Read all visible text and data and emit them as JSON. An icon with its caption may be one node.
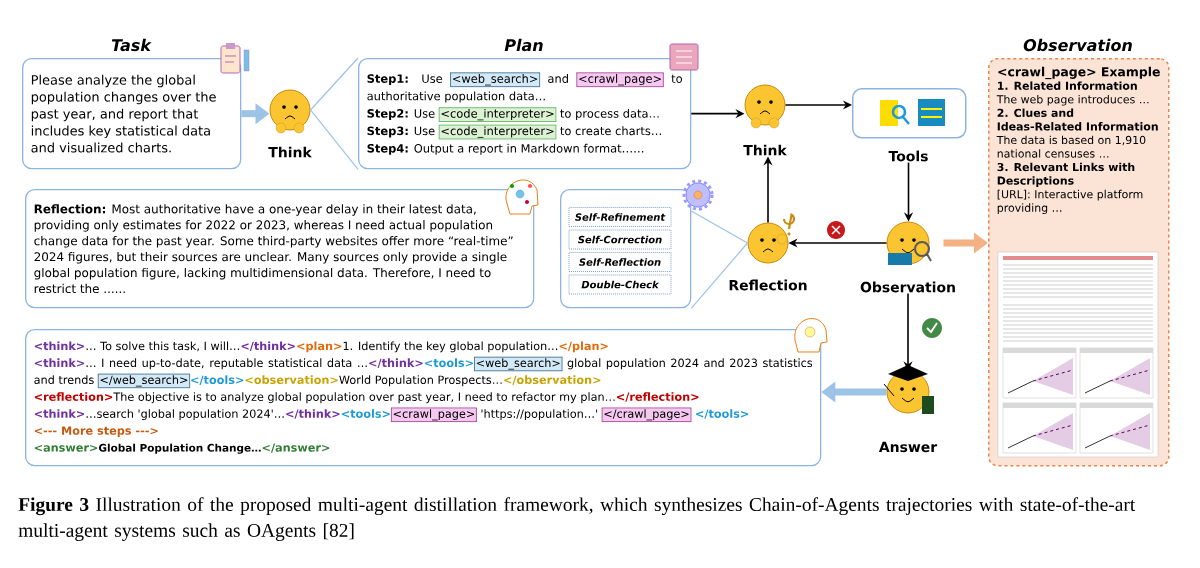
{
  "diagram": {
    "caption": "**Figure 3** Illustration of the proposed multi-agent distillation framework, which synthesizes Chain-of-Agents trajectories with state-of-the-art multi-agent systems such as OAgents [82]",
    "nodes": [
      {
        "text": [
          "Task",
          "Please analyze the global population changes over the past year, and report that includes key statistical data and visualized charts."
        ]
      },
      {
        "text": [
          "Think"
        ]
      },
      {
        "text": [
          "Plan",
          "Step1:",
          "Use",
          "<web_search>",
          "and",
          "<crawl_page>",
          "to authoritative population data…",
          "Step2:",
          "Use",
          "<code_interpreter>",
          "to process data…",
          "Step3:",
          "Use",
          "<code_interpreter>",
          "to create charts…",
          "Step4:",
          "Output a report in Markdown format……"
        ]
      },
      {
        "text": [
          "Think"
        ]
      },
      {
        "text": [
          "Tools"
        ]
      },
      {
        "text": [
          "Observation",
          "<crawl_page> Example",
          "1. Related Information",
          "The web page introduces …",
          "2. Clues and Ideas-Related Information",
          "The data is based on 1,910 national censuses …",
          "3. Relevant Links with Descriptions",
          "[URL]: Interactive platform providing …"
        ]
      },
      {
        "text": [
          "**Reflection:** Most authoritative have a one-year delay in their latest data, providing only estimates for 2022 or 2023, whereas I need actual population change data for the past year. Some third-party websites offer more “real-time” 2024 figures, but their sources are unclear. Many sources only provide a single global population figure, lacking multidimensional data. Therefore, I need to restrict the ......"
        ]
      },
      {
        "text": [],
        "shape": "box"
      },
      {
        "text": [
          "Self-Refinement"
        ],
        "in": 7
      },
      {
        "text": [
          "Self-Correction"
        ],
        "in": 7
      },
      {
        "text": [
          "Self-Reflection"
        ],
        "in": 7
      },
      {
        "text": [
          "Double-Check"
        ],
        "in": 7
      },
      {
        "text": [
          "Reflection"
        ]
      },
      {
        "text": [
          "Observation"
        ]
      },
      {
        "text": [
          "<think>",
          "… To solve this task, I will…",
          "</think>",
          "<plan>",
          "1. Identify the key global population…",
          "</plan>",
          "<think>",
          "… I need up-to-date, reputable statistical data …",
          "</think>",
          "<tools>",
          "<web_search>",
          "global population 2024 and 2023 statistics and trends",
          "</web_search>",
          "</tools>",
          "<observation>",
          "World Population Prospects…",
          "</observation>",
          "<reflection>",
          "The objective is to analyze global population over past year, I need to refactor my plan…",
          "</reflection>",
          "<think>",
          "…search 'global population 2024'…",
          "</think>",
          "<tools>",
          "<crawl_page>",
          "'https://population…'",
          "</crawl_page>",
          "</tools>",
          "<--- More steps --->",
          "<answer>",
          "Global Population Change…",
          "</answer>"
        ]
      },
      {
        "text": [
          "Answer"
        ]
      }
    ],
    "edges": [
      {
        "from": 0,
        "to": 1,
        "arrow": "to",
        "style": "thick",
        "color": "#9dc3e6"
      },
      {
        "from": 1,
        "to": 2,
        "arrow": "none",
        "color": "#9dc3e6"
      },
      {
        "from": 2,
        "to": 3,
        "arrow": "to"
      },
      {
        "from": 3,
        "to": 4,
        "arrow": "to"
      },
      {
        "from": 4,
        "to": 13,
        "arrow": "to"
      },
      {
        "from": 13,
        "to": 12,
        "arrow": "to"
      },
      {
        "from": 12,
        "to": 3,
        "arrow": "to"
      },
      {
        "from": 13,
        "to": 15,
        "arrow": "to"
      },
      {
        "from": 15,
        "to": 14,
        "arrow": "to",
        "style": "thick",
        "color": "#9dc3e6"
      },
      {
        "from": 13,
        "to": 5,
        "arrow": "to",
        "style": "thick",
        "color": "#f4b183"
      },
      {
        "from": 7,
        "to": 12,
        "arrow": "none",
        "color": "#9dc3e6"
      }
    ]
  }
}
